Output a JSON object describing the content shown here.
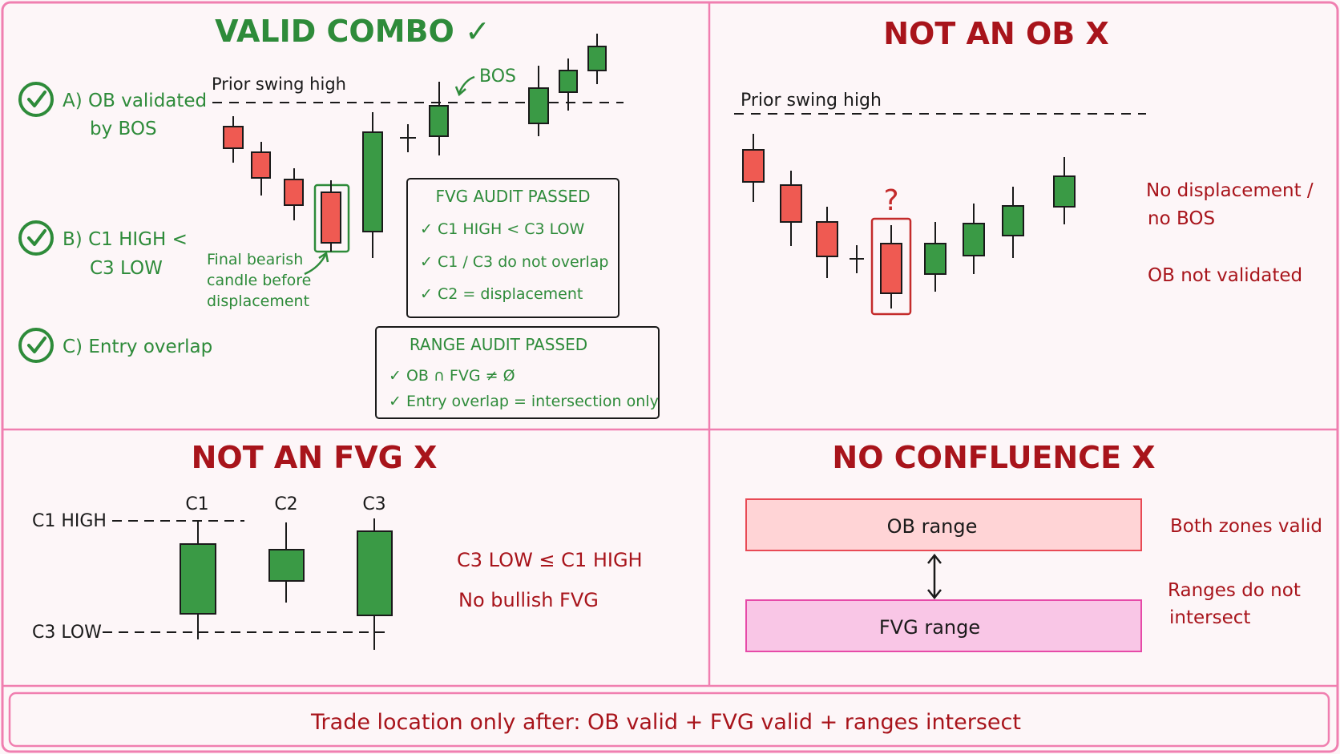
{
  "colors": {
    "border": "#f07fb0",
    "green": "#2e8b3a",
    "green_fill": "#3a9a45",
    "red": "#c42b2b",
    "red_fill": "#ef5a52",
    "dark_red_text": "#a8141b",
    "ink": "#1a1a1a",
    "ob_fill": "#ffd4d6",
    "ob_stroke": "#e84a55",
    "fvg_fill": "#f9c6e6",
    "fvg_stroke": "#e64aa8"
  },
  "valid": {
    "title": "VALID COMBO ✓",
    "check_a_line1": "A) OB validated",
    "check_a_line2": "by BOS",
    "check_b_line1": "B) C1 HIGH <",
    "check_b_line2": "C3 LOW",
    "check_c": "C) Entry overlap",
    "swing_label": "Prior swing high",
    "bos_label": "BOS",
    "final_line1": "Final bearish",
    "final_line2": "candle before",
    "final_line3": "displacement",
    "fvg_audit": {
      "title": "FVG AUDIT PASSED",
      "items": [
        "✓  C1 HIGH < C3 LOW",
        "✓  C1 / C3 do not overlap",
        "✓  C2 = displacement"
      ]
    },
    "range_audit": {
      "title": "RANGE AUDIT PASSED",
      "items": [
        "✓  OB ∩ FVG ≠ Ø",
        "✓  Entry overlap = intersection only"
      ]
    }
  },
  "not_ob": {
    "title": "NOT AN OB X",
    "swing_label": "Prior swing high",
    "question": "?",
    "note1_line1": "No displacement /",
    "note1_line2": "no BOS",
    "note2": "OB not validated"
  },
  "not_fvg": {
    "title": "NOT AN FVG X",
    "c1": "C1",
    "c2": "C2",
    "c3": "C3",
    "c1_high": "C1 HIGH",
    "c3_low": "C3 LOW",
    "note1": "C3 LOW ≤ C1 HIGH",
    "note2": "No bullish FVG"
  },
  "no_confluence": {
    "title": "NO CONFLUENCE  X",
    "ob_range": "OB range",
    "fvg_range": "FVG range",
    "note1": "Both zones valid",
    "note2_line1": "Ranges do not",
    "note2_line2": "intersect"
  },
  "footer": "Trade location only after:  OB valid + FVG valid + ranges intersect"
}
